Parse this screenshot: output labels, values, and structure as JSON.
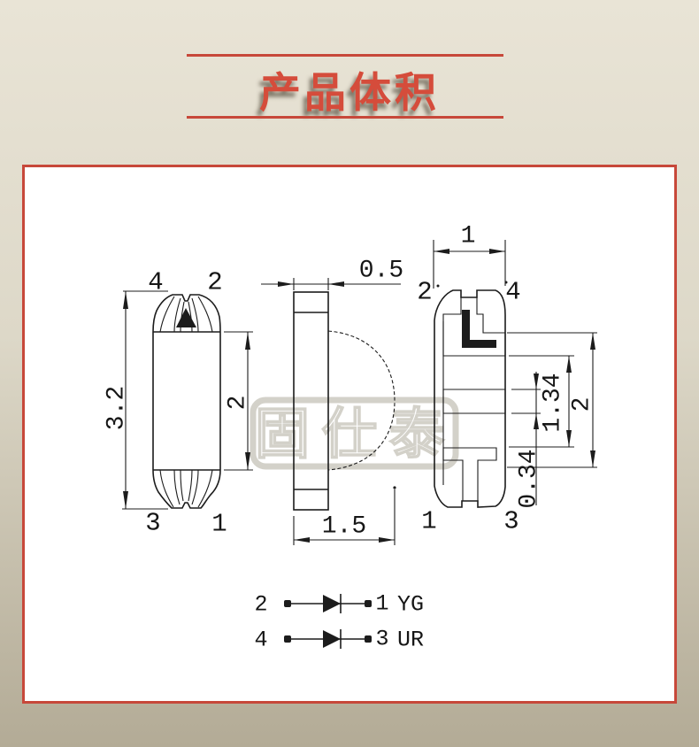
{
  "title": {
    "text": "产品体积"
  },
  "watermark": {
    "text": "固仕泰"
  },
  "front_view": {
    "pin_top_left": "4",
    "pin_top_right": "2",
    "pin_bottom_left": "3",
    "pin_bottom_right": "1",
    "overall_height": "3.2",
    "body_height": "2"
  },
  "side_view": {
    "top_width": "0.5",
    "overall_width": "1.5"
  },
  "section_view": {
    "top_width": "1",
    "pin_top_left": "2",
    "pin_top_right": "4",
    "pin_bottom_left": "1",
    "pin_bottom_right": "3",
    "pad_gap": "0.34",
    "pad_span": "1.34",
    "body_height": "2"
  },
  "circuit": {
    "diodes": [
      {
        "anode_pin": "2",
        "cathode_pin": "1",
        "color_code": "YG"
      },
      {
        "anode_pin": "4",
        "cathode_pin": "3",
        "color_code": "UR"
      }
    ]
  },
  "colors": {
    "accent_red": "#c7483a",
    "line_black": "#1c1c1c",
    "watermark_gray": "#ccc9c0"
  }
}
